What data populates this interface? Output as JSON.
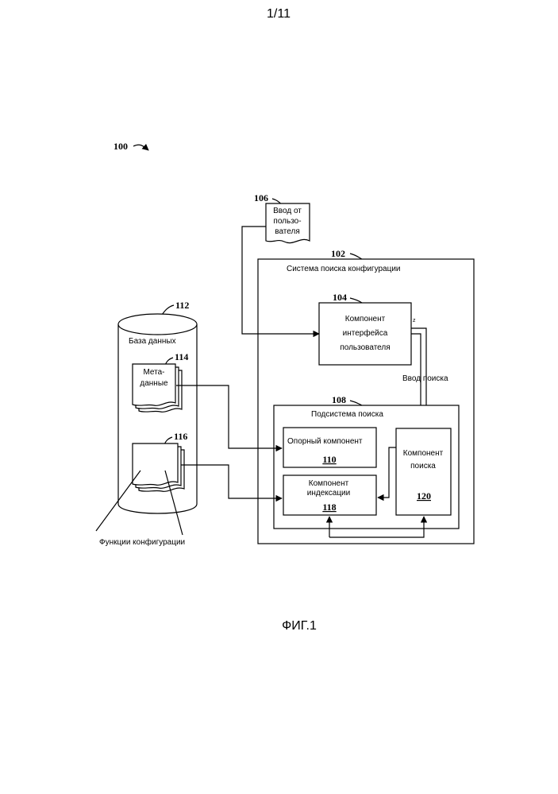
{
  "page_number": "1/11",
  "figure_caption": "ФИГ.1",
  "refs": {
    "system_100": "100",
    "config_search_system_102": "102",
    "ui_component_104": "104",
    "user_input_106": "106",
    "search_subsystem_108": "108",
    "reference_component_110": "110",
    "database_112": "112",
    "metadata_114": "114",
    "config_functions_116": "116",
    "indexing_component_118": "118",
    "search_component_120": "120"
  },
  "labels": {
    "user_input_line1": "Ввод от",
    "user_input_line2": "пользо-",
    "user_input_line3": "вателя",
    "config_search_system": "Система поиска конфигурации",
    "ui_component_line1": "Компонент",
    "ui_component_line2": "интерфейса",
    "ui_component_line3": "пользователя",
    "search_input": "Ввод поиска",
    "search_subsystem": "Подсистема поиска",
    "reference_component": "Опорный компонент",
    "indexing_component_line1": "Компонент",
    "indexing_component_line2": "индексации",
    "search_component_line1": "Компонент",
    "search_component_line2": "поиска",
    "database": "База данных",
    "metadata_line1": "Мета-",
    "metadata_line2": "данные",
    "config_functions": "Функции конфигурации",
    "ui_port_mark": "z"
  }
}
